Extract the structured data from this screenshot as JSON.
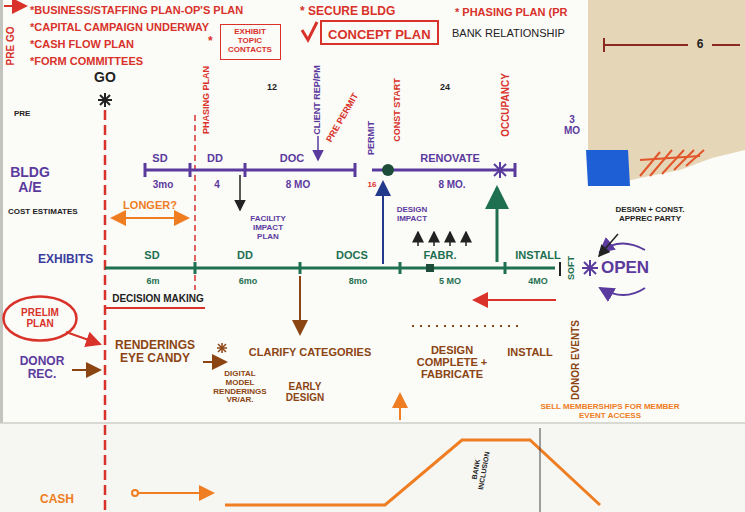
{
  "diagram": {
    "nodes": [
      {
        "text": [
          "EXHIBIT TOPIC CONTACTS"
        ]
      },
      {
        "text": [
          "CONCEPT PLAN"
        ]
      },
      {
        "text": [
          "PRELIM PLAN"
        ]
      }
    ],
    "labels": [
      "PRE GO",
      "*BUSINESS/STAFFING PLAN-OP'S PLAN",
      "*CAPITAL CAMPAIGN UNDERWAY",
      "*CASH FLOW PLAN",
      "*FORM COMMITTEES",
      "*",
      "* SECURE BLDG",
      "* PHASING PLAN (PR",
      "BANK RELATIONSHIP",
      "GO",
      "PRE",
      "PHASING PLAN",
      "12",
      "CLIENT REP/PM",
      "PRE PERMIT",
      "PERMIT",
      "CONST START",
      "24",
      "OCCUPANCY",
      "3 MO",
      "BLDG A/E",
      "SD",
      "3mo",
      "DD",
      "4",
      "DOC",
      "8 MO",
      "16",
      "RENOVATE",
      "8 MO.",
      "COST ESTIMATES",
      "LONGER?",
      "FACILITY IMPACT PLAN",
      "DESIGN IMPACT",
      "DESIGN + CONST. APPREC PARTY",
      "EXHIBITS",
      "SD",
      "6m",
      "DD",
      "6mo",
      "DOCS",
      "8mo",
      "FABR.",
      "5 MO",
      "INSTALL",
      "4MO",
      "SOFT",
      "OPEN",
      "DECISION MAKING",
      "DONOR REC.",
      "RENDERINGS EYE CANDY",
      "CLARIFY CATEGORIES",
      "DIGITAL MODEL RENDERINGS VR/AR.",
      "EARLY DESIGN",
      "DESIGN COMPLETE + FABRICATE",
      "INSTALL",
      "DONOR EVENTS",
      "SELL MEMBERSHIPS FOR MEMBER EVENT ACCESS",
      "CASH",
      "BANK INCLUSION",
      "6"
    ]
  }
}
